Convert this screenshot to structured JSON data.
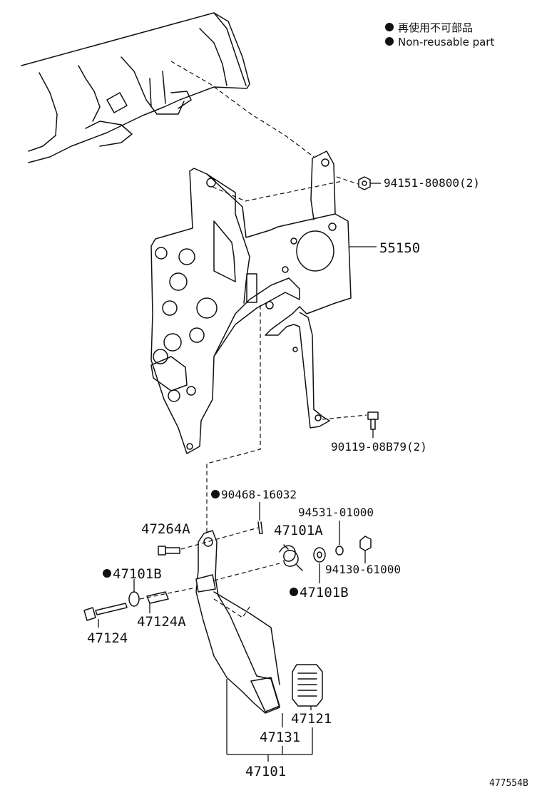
{
  "legend": {
    "line_jp": "再使用不可部品",
    "line_en": "Non-reusable part"
  },
  "labels": {
    "nut_94151": "94151-80800(2)",
    "bracket_55150": "55150",
    "bolt_90119": "90119-08B79(2)",
    "pin_90468": "90468-16032",
    "washer_94531": "94531-01000",
    "bolt_47264A": "47264A",
    "spring_47101A": "47101A",
    "nut_94130": "94130-61000",
    "bushing_47101B_left": "47101B",
    "bushing_47101B_right": "47101B",
    "bolt_47124": "47124",
    "collar_47124A": "47124A",
    "pad_47121": "47121",
    "pedal_47131": "47131",
    "assy_47101": "47101"
  },
  "diagram_id": "477554B"
}
